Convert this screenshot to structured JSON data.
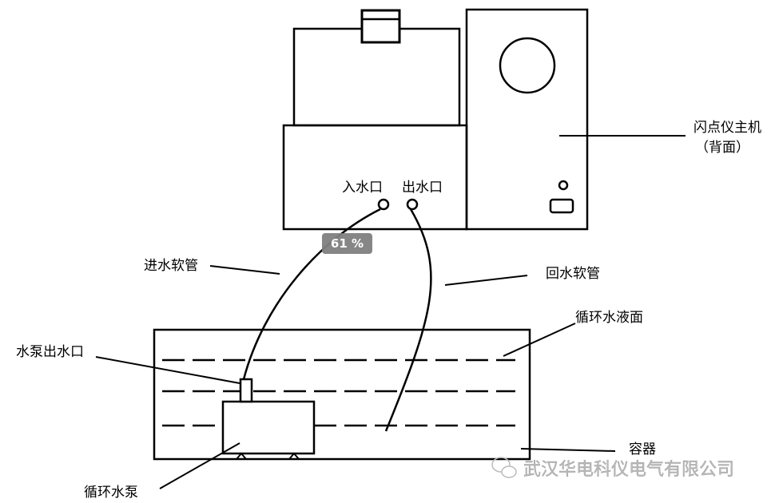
{
  "labels": {
    "inlet_port": "入水口",
    "outlet_port": "出水口",
    "main_unit": "闪点仪主机",
    "main_unit_back": "（背面）",
    "inlet_hose": "进水软管",
    "return_hose": "回水软管",
    "water_surface": "循环水液面",
    "pump_outlet": "水泵出水口",
    "container": "容器",
    "pump": "循环水泵"
  },
  "badge": "61 %",
  "watermark": "武汉华电科仪电气有限公司"
}
